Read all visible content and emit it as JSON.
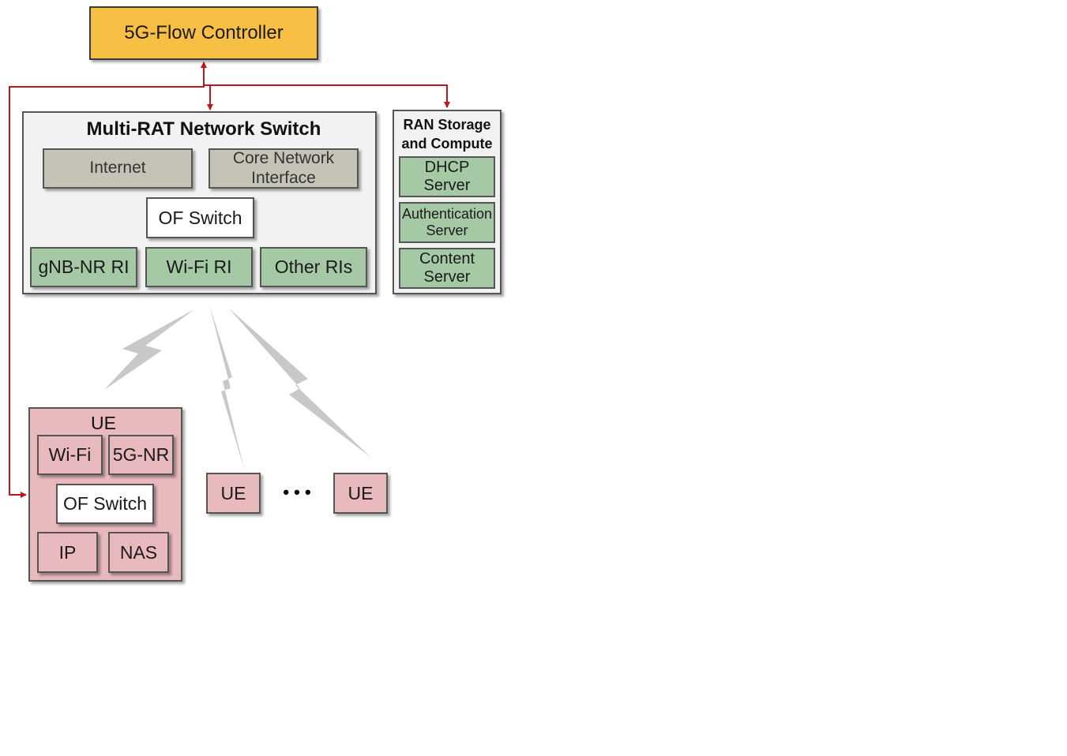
{
  "controller": {
    "label": "5G-Flow Controller"
  },
  "switch_panel": {
    "title": "Multi-RAT Network Switch",
    "internet": "Internet",
    "core_network": "Core Network Interface",
    "of_switch": "OF Switch",
    "ran_interfaces": [
      "gNB-NR RI",
      "Wi-Fi RI",
      "Other RIs"
    ]
  },
  "ran_storage": {
    "title": "RAN Storage and Compute",
    "items": [
      "DHCP Server",
      "Authentication Server",
      "Content Server"
    ]
  },
  "ue_detail": {
    "title": "UE",
    "wifi": "Wi-Fi",
    "nr": "5G-NR",
    "of_switch": "OF Switch",
    "ip": "IP",
    "nas": "NAS"
  },
  "ue_small": [
    "UE",
    "UE"
  ],
  "ellipsis": "• • •",
  "colors": {
    "controller": "#f8bf45",
    "arrow": "#c0161c",
    "radio_links": "#c8c8c8",
    "green": "#a5c9a5",
    "pink": "#e8b9bd",
    "grey": "#c5c3b5"
  }
}
